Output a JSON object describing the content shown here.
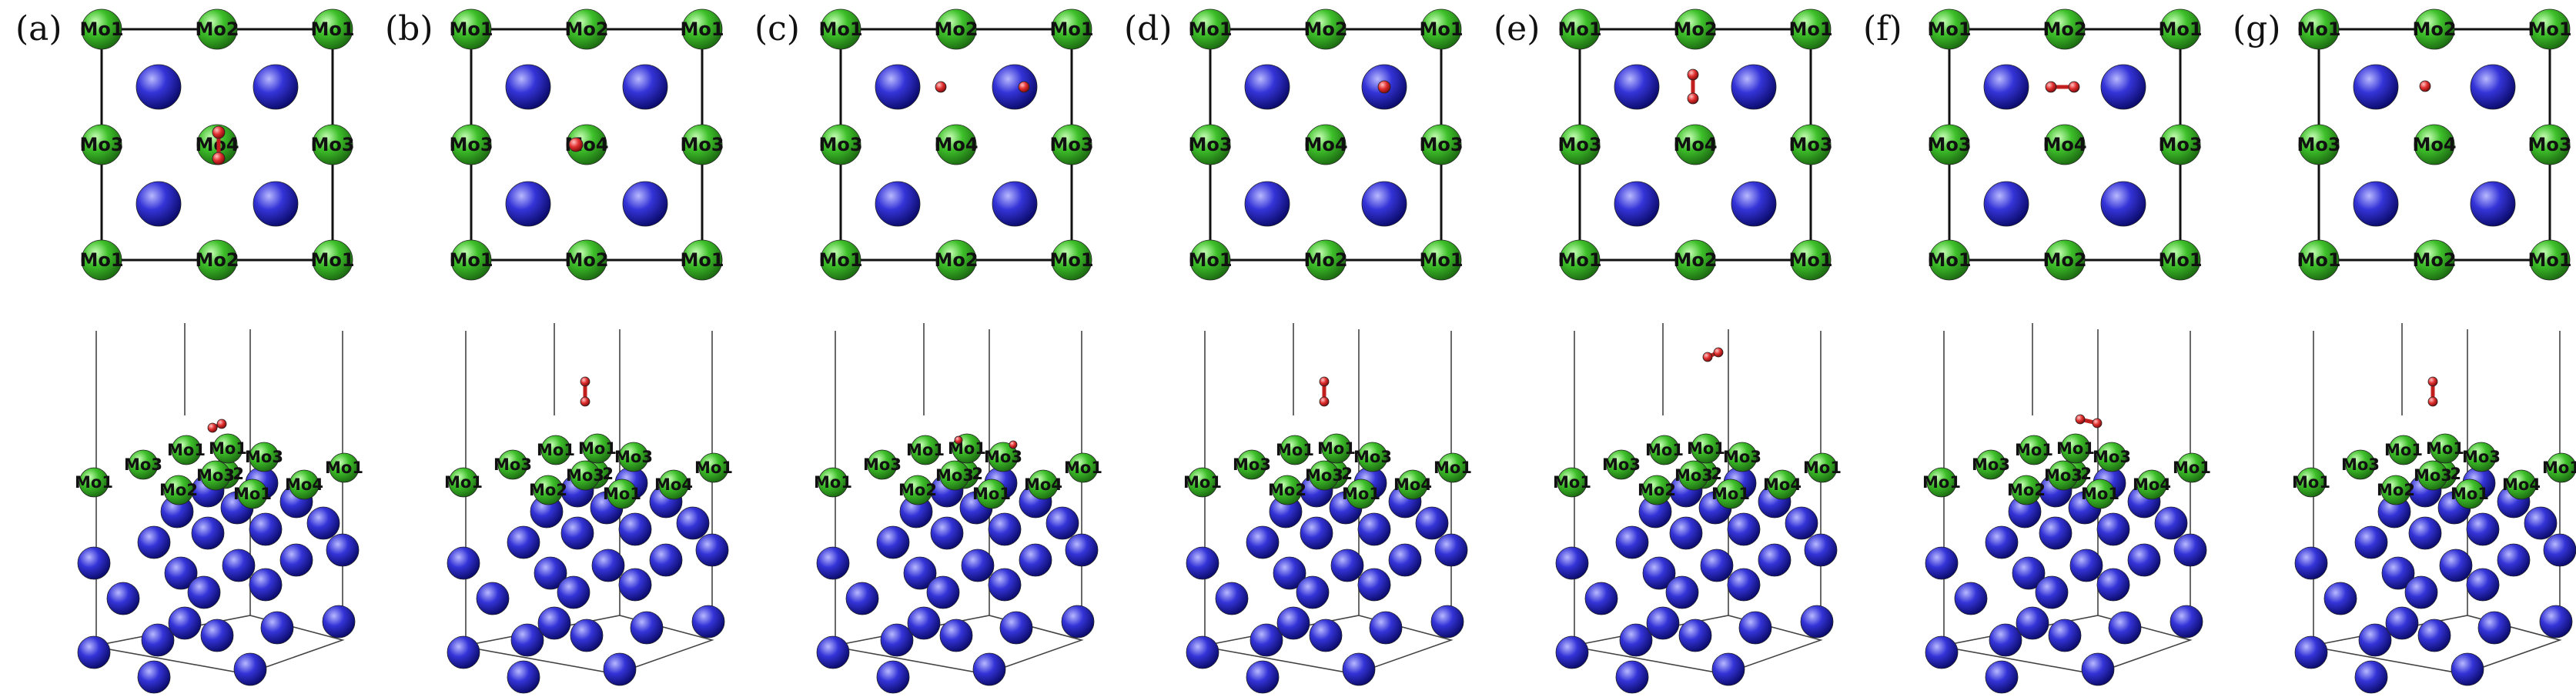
{
  "colors": {
    "mo": "#3ec02a",
    "substrate": "#2b2bd6",
    "oxygen": "#e23030",
    "cell_line": "#111111"
  },
  "panels": [
    {
      "label": "(a)",
      "top_species": "vertical-pair",
      "side_species": "tilted-pair-low"
    },
    {
      "label": "(b)",
      "top_species": "single-on-mo4",
      "side_species": "vertical-pair-high"
    },
    {
      "label": "(c)",
      "top_species": "two-separated",
      "side_species": "two-separated-low"
    },
    {
      "label": "(d)",
      "top_species": "single-on-blue",
      "side_species": "vertical-pair-high"
    },
    {
      "label": "(e)",
      "top_species": "vertical-pair-upper",
      "side_species": "tilted-pair-top"
    },
    {
      "label": "(f)",
      "top_species": "horizontal-pair",
      "side_species": "horizontal-pair-mid"
    },
    {
      "label": "(g)",
      "top_species": "single-small",
      "side_species": "vertical-pair-high"
    }
  ],
  "top_view": {
    "corner_label": "Mo1",
    "edge_mid_label": "Mo2",
    "side_mid_label": "Mo3",
    "center_label": "Mo4"
  },
  "side_view": {
    "labels": [
      "Mo1",
      "Mo3",
      "Mo1",
      "Mo2",
      "Mo3",
      "Mo4",
      "Mo1",
      "Mo2",
      "Mo3",
      "Mo1",
      "Mo1"
    ]
  }
}
